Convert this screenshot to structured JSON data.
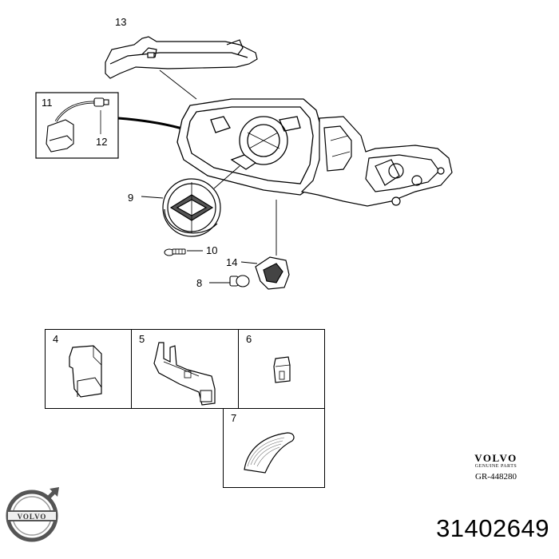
{
  "callouts": {
    "c13": "13",
    "c11": "11",
    "c12": "12",
    "c9": "9",
    "c10": "10",
    "c14": "14",
    "c8": "8"
  },
  "boxes": {
    "b4": "4",
    "b5": "5",
    "b6": "6",
    "b7": "7"
  },
  "brand": {
    "name": "VOLVO",
    "subtitle": "GENUINE PARTS",
    "ref": "GR-448280"
  },
  "logo_text": "VOLVO",
  "part_number": "31402649"
}
